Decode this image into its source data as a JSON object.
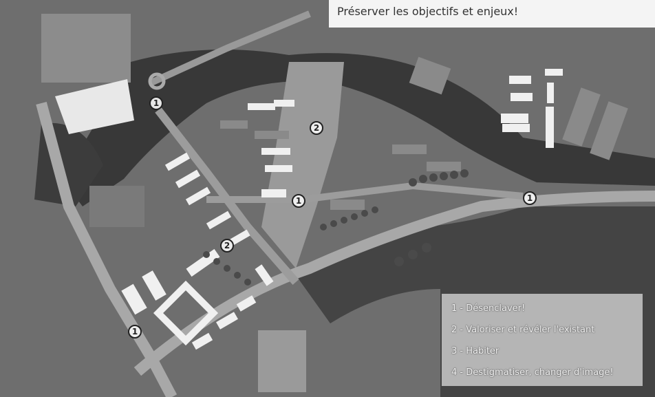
{
  "title": "Préserver les objectifs et enjeux!",
  "legend": {
    "items": [
      "1 - Désenclaver!",
      "2 - Valoriser et révéler l'existant",
      "3 - Habiter",
      "4 - Destigmatiser, changer d'image!"
    ]
  },
  "markers": {
    "m1": "1",
    "m2": "2",
    "m3": "1",
    "m4": "2",
    "m5": "1",
    "m6": "1"
  },
  "colors": {
    "background": "#6b6b6b",
    "vegetation": "#3a3a3a",
    "road": "#a6a6a6",
    "building": "#f2f2f2",
    "title_box": "#f4f4f4"
  }
}
